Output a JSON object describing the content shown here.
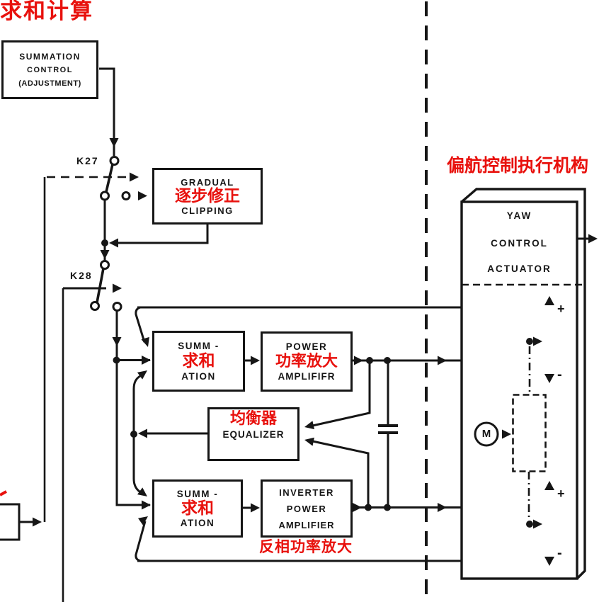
{
  "colors": {
    "annotation_red": "#e8110d",
    "ink": "#161616",
    "background": "#ffffff"
  },
  "annotations": {
    "summation_title": "求和计算",
    "gradual_clipping": "逐步修正",
    "yaw_actuator_title": "偏航控制执行机构",
    "summation_upper": "求和",
    "power_amplifier": "功率放大",
    "equalizer": "均衡器",
    "summation_lower": "求和",
    "inverter_amplifier": "反相功率放大"
  },
  "blocks": {
    "summation_control": {
      "line1": "SUMMATION",
      "line2": "CONTROL",
      "line3": "(ADJUSTMENT)"
    },
    "gradual_clipping": {
      "line1": "GRADUAL",
      "line2": "CLIPPING"
    },
    "summation_upper": {
      "line1": "SUMM -",
      "line2": "ATION"
    },
    "power_amplifier": {
      "line1": "POWER",
      "line2": "AMPLIFIFR"
    },
    "equalizer": {
      "line1": "EQUALIZER"
    },
    "summation_lower": {
      "line1": "SUMM -",
      "line2": "ATION"
    },
    "inverter_amplifier": {
      "line1": "INVERTER",
      "line2": "POWER",
      "line3": "AMPLIFIER"
    },
    "yaw_actuator": {
      "line1": "YAW",
      "line2": "CONTROL",
      "line3": "ACTUATOR"
    }
  },
  "relays": {
    "k27": "K27",
    "k28": "K28"
  },
  "motor": {
    "label": "M"
  },
  "potentiometer_top": {
    "plus": "+",
    "minus": "-"
  },
  "potentiometer_bottom": {
    "plus": "+",
    "minus": "-"
  }
}
